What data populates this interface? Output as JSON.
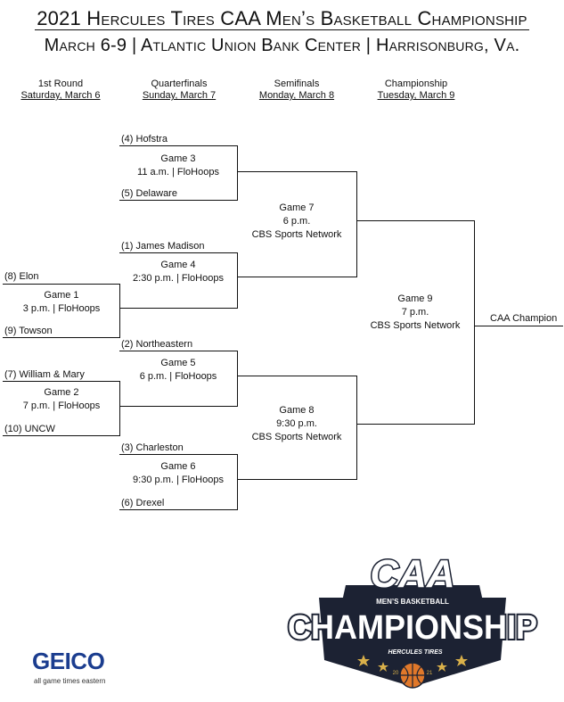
{
  "header": {
    "title": "2021 Hercules Tires CAA Men’s Basketball Championship",
    "subtitle": "March 6-9 | Atlantic Union Bank Center | Harrisonburg, Va."
  },
  "rounds": [
    {
      "name": "1st Round",
      "date": "Saturday, March 6"
    },
    {
      "name": "Quarterfinals",
      "date": "Sunday, March 7"
    },
    {
      "name": "Semifinals",
      "date": "Monday, March 8"
    },
    {
      "name": "Championship",
      "date": "Tuesday, March 9"
    }
  ],
  "teams": {
    "hofstra": "(4) Hofstra",
    "delaware": "(5) Delaware",
    "james_madison": "(1) James Madison",
    "elon": "(8) Elon",
    "towson": "(9) Towson",
    "northeastern": "(2) Northeastern",
    "william_mary": "(7) William & Mary",
    "uncw": "(10) UNCW",
    "charleston": "(3) Charleston",
    "drexel": "(6) Drexel"
  },
  "games": {
    "g1": {
      "name": "Game 1",
      "info": "3 p.m. | FloHoops"
    },
    "g2": {
      "name": "Game 2",
      "info": "7 p.m. | FloHoops"
    },
    "g3": {
      "name": "Game 3",
      "info": "11 a.m. | FloHoops"
    },
    "g4": {
      "name": "Game 4",
      "info": "2:30 p.m. | FloHoops"
    },
    "g5": {
      "name": "Game 5",
      "info": "6 p.m. | FloHoops"
    },
    "g6": {
      "name": "Game 6",
      "info": "9:30 p.m. | FloHoops"
    },
    "g7": {
      "name": "Game 7",
      "time": "6 p.m.",
      "network": "CBS Sports Network"
    },
    "g8": {
      "name": "Game 8",
      "time": "9:30 p.m.",
      "network": "CBS Sports Network"
    },
    "g9": {
      "name": "Game 9",
      "time": "7 p.m.",
      "network": "CBS Sports Network"
    }
  },
  "champion_label": "CAA Champion",
  "sponsor": {
    "name": "GEICO",
    "note": "all game times eastern"
  },
  "logo": {
    "top": "CAA",
    "sub": "MEN’S BASKETBALL",
    "main": "CHAMPIONSHIP",
    "sponsor": "HERCULES TIRES",
    "year_left": "20",
    "year_right": "21"
  },
  "colors": {
    "ink": "#111111",
    "geico": "#1b3d8f",
    "logo_dark": "#1c2233",
    "logo_gold": "#d9b04a",
    "ball": "#e0782a"
  }
}
